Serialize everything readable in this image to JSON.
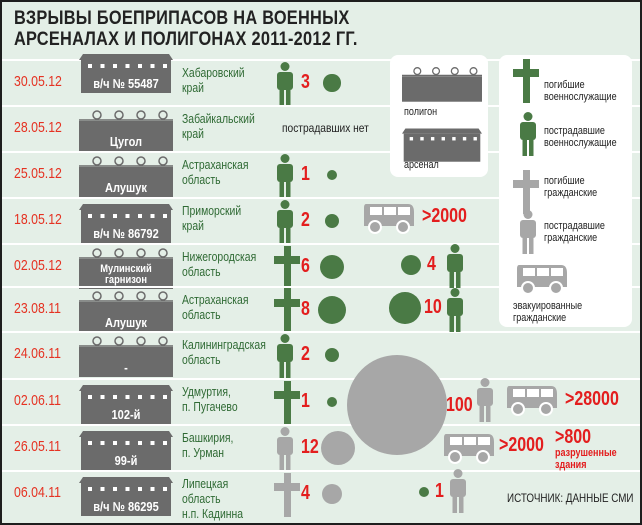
{
  "title": [
    "ВЗРЫВЫ БОЕПРИПАСОВ НА ВОЕННЫХ",
    "АРСЕНАЛАХ И ПОЛИГОНАХ 2011-2012 ГГ."
  ],
  "colors": {
    "military": "#4a7a45",
    "civil": "#a7a7a7",
    "red": "#e31e1e",
    "site": "#6b6b6b"
  },
  "rows": [
    {
      "date": "30.05.12",
      "site": "в/ч № 55487",
      "site_type": "arsenal-partial",
      "region": [
        "Хабаровский",
        "край"
      ],
      "victim": "military-injured",
      "count": "3",
      "value": 3
    },
    {
      "date": "28.05.12",
      "site": "Цугол",
      "site_type": "polygon",
      "region": [
        "Забайкальский",
        "край"
      ],
      "victim": null,
      "note": "пострадавших нет"
    },
    {
      "date": "25.05.12",
      "site": "Алушук",
      "site_type": "polygon",
      "region": [
        "Астраханская",
        "область"
      ],
      "victim": "military-injured",
      "count": "1",
      "value": 1
    },
    {
      "date": "18.05.12",
      "site": "в/ч № 86792",
      "site_type": "arsenal",
      "region": [
        "Приморский",
        "край"
      ],
      "victim": "military-injured",
      "count": "2",
      "value": 2
    },
    {
      "date": "02.05.12",
      "site": "Мулинский гарнизон",
      "site_type": "polygon",
      "region": [
        "Нижегородская",
        "область"
      ],
      "victim": "military-dead",
      "count": "6",
      "value": 6
    },
    {
      "date": "23.08.11",
      "site": "Алушук",
      "site_type": "polygon",
      "region": [
        "Астраханская",
        "область"
      ],
      "victim": "military-dead",
      "count": "8",
      "value": 8
    },
    {
      "date": "24.06.11",
      "site": "-",
      "site_type": "polygon",
      "region": [
        "Калининградская",
        "область"
      ],
      "victim": "military-injured",
      "count": "2",
      "value": 2
    },
    {
      "date": "02.06.11",
      "site": "102-й",
      "site_type": "arsenal",
      "region": [
        "Удмуртия,",
        "п. Пугачево"
      ],
      "victim": "military-dead",
      "count": "1",
      "value": 1
    },
    {
      "date": "26.05.11",
      "site": "99-й",
      "site_type": "arsenal",
      "region": [
        "Башкирия,",
        "п. Урман"
      ],
      "victim": "civil-injured",
      "count": "12",
      "value": 12
    },
    {
      "date": "06.04.11",
      "site": "в/ч № 86295",
      "site_type": "arsenal",
      "region": [
        "Липецкая",
        "область",
        "н.п. Кадинна"
      ],
      "victim": "civil-dead",
      "count": "4",
      "value": 4
    }
  ],
  "extras": {
    "r4_evacuated": ">2000",
    "r5_military_injured": "4",
    "r6_military_injured": "10",
    "r8_civil_injured": "100",
    "r8_evacuated": ">28000",
    "r9_evacuated": ">2000",
    "r9_buildings": ">800",
    "r9_buildings_label": [
      "разрушенные",
      "здания"
    ],
    "r10_military_injured": "1"
  },
  "legend": {
    "polygon": "полигон",
    "arsenal": "арсенал",
    "military_dead": [
      "погибшие",
      "военнослужащие"
    ],
    "military_injured": [
      "пострадавшие",
      "военнослужащие"
    ],
    "civil_dead": [
      "погибшие",
      "гражданские"
    ],
    "civil_injured": [
      "пострадавшие",
      "гражданские"
    ],
    "evacuated": [
      "эвакуированные",
      "гражданские"
    ]
  },
  "source": "ИСТОЧНИК: ДАННЫЕ СМИ"
}
